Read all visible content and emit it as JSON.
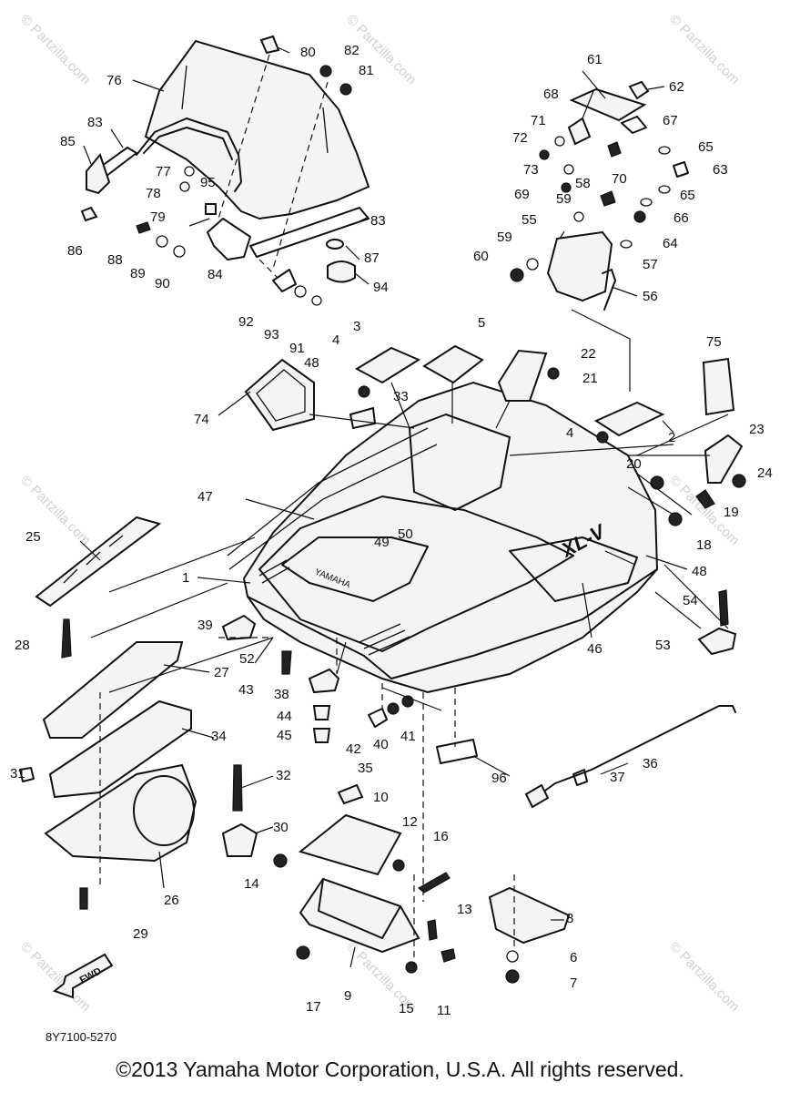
{
  "copyright": "©2013 Yamaha Motor Corporation, U.S.A. All rights reserved.",
  "diagram_code": "8Y7100-5270",
  "watermark": "© Partzilla.com",
  "brand_on_hood": "YAMAHA",
  "model_decal": "XL-V",
  "fwd_label": "FWD",
  "callouts": [
    "1",
    "2",
    "3",
    "4",
    "4",
    "5",
    "6",
    "7",
    "8",
    "9",
    "10",
    "11",
    "12",
    "13",
    "14",
    "15",
    "16",
    "17",
    "18",
    "19",
    "20",
    "21",
    "22",
    "23",
    "24",
    "25",
    "26",
    "27",
    "28",
    "29",
    "30",
    "31",
    "32",
    "33",
    "34",
    "35",
    "36",
    "37",
    "38",
    "39",
    "40",
    "41",
    "42",
    "43",
    "44",
    "45",
    "46",
    "47",
    "48",
    "48",
    "49",
    "50",
    "52",
    "53",
    "54",
    "55",
    "56",
    "57",
    "58",
    "59",
    "59",
    "60",
    "61",
    "62",
    "63",
    "64",
    "65",
    "65",
    "66",
    "67",
    "68",
    "69",
    "70",
    "71",
    "72",
    "73",
    "74",
    "75",
    "76",
    "77",
    "78",
    "79",
    "80",
    "81",
    "82",
    "83",
    "83",
    "84",
    "85",
    "86",
    "87",
    "88",
    "89",
    "90",
    "91",
    "92",
    "93",
    "94",
    "95",
    "96"
  ]
}
